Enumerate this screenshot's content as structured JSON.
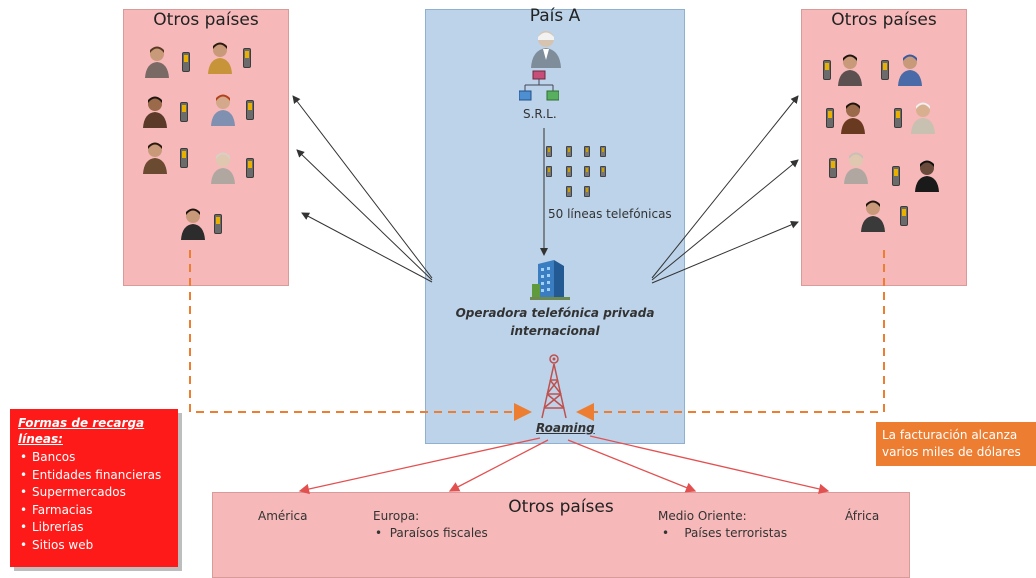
{
  "boxes": {
    "left_title": "Otros países",
    "right_title": "Otros países",
    "center_title": "País A",
    "bottom_title": "Otros países"
  },
  "center": {
    "company_label": "S.R.L.",
    "lines_label": "50 líneas telefónicas",
    "operator_label_line1": "Operadora telefónica privada",
    "operator_label_line2": "internacional",
    "roaming_label": "Roaming"
  },
  "regions": {
    "america": "América",
    "europa": "Europa:",
    "europa_item": "Paraísos fiscales",
    "medio_oriente": "Medio Oriente:",
    "medio_oriente_item": "Países terroristas",
    "africa": "África"
  },
  "recarga": {
    "title_line1": "Formas de recarga",
    "title_line2": "líneas:",
    "items": [
      "Bancos",
      "Entidades financieras",
      "Supermercados",
      "Farmacias",
      "Librerías",
      "Sitios web"
    ]
  },
  "billing_note_line1": "La facturación alcanza",
  "billing_note_line2": "varios miles de dólares",
  "colors": {
    "pink_box": "#f6b8b8",
    "blue_box": "#bcd3ea",
    "red_box": "#ff1a1a",
    "orange_box": "#ed7d31",
    "dashed_orange": "#ed7d31",
    "arrow_dark": "#333333",
    "arrow_red": "#e35050"
  }
}
